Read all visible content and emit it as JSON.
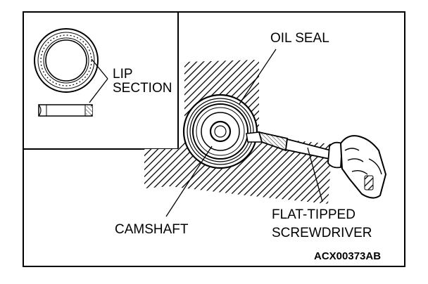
{
  "labels": {
    "lip_line1": "LIP",
    "lip_line2": "SECTION",
    "oil_seal": "OIL SEAL",
    "camshaft": "CAMSHAFT",
    "screwdriver_line1": "FLAT-TIPPED",
    "screwdriver_line2": "SCREWDRIVER",
    "figure_code": "ACX00373AB"
  },
  "colors": {
    "ink": "#000000",
    "paper": "#ffffff"
  }
}
